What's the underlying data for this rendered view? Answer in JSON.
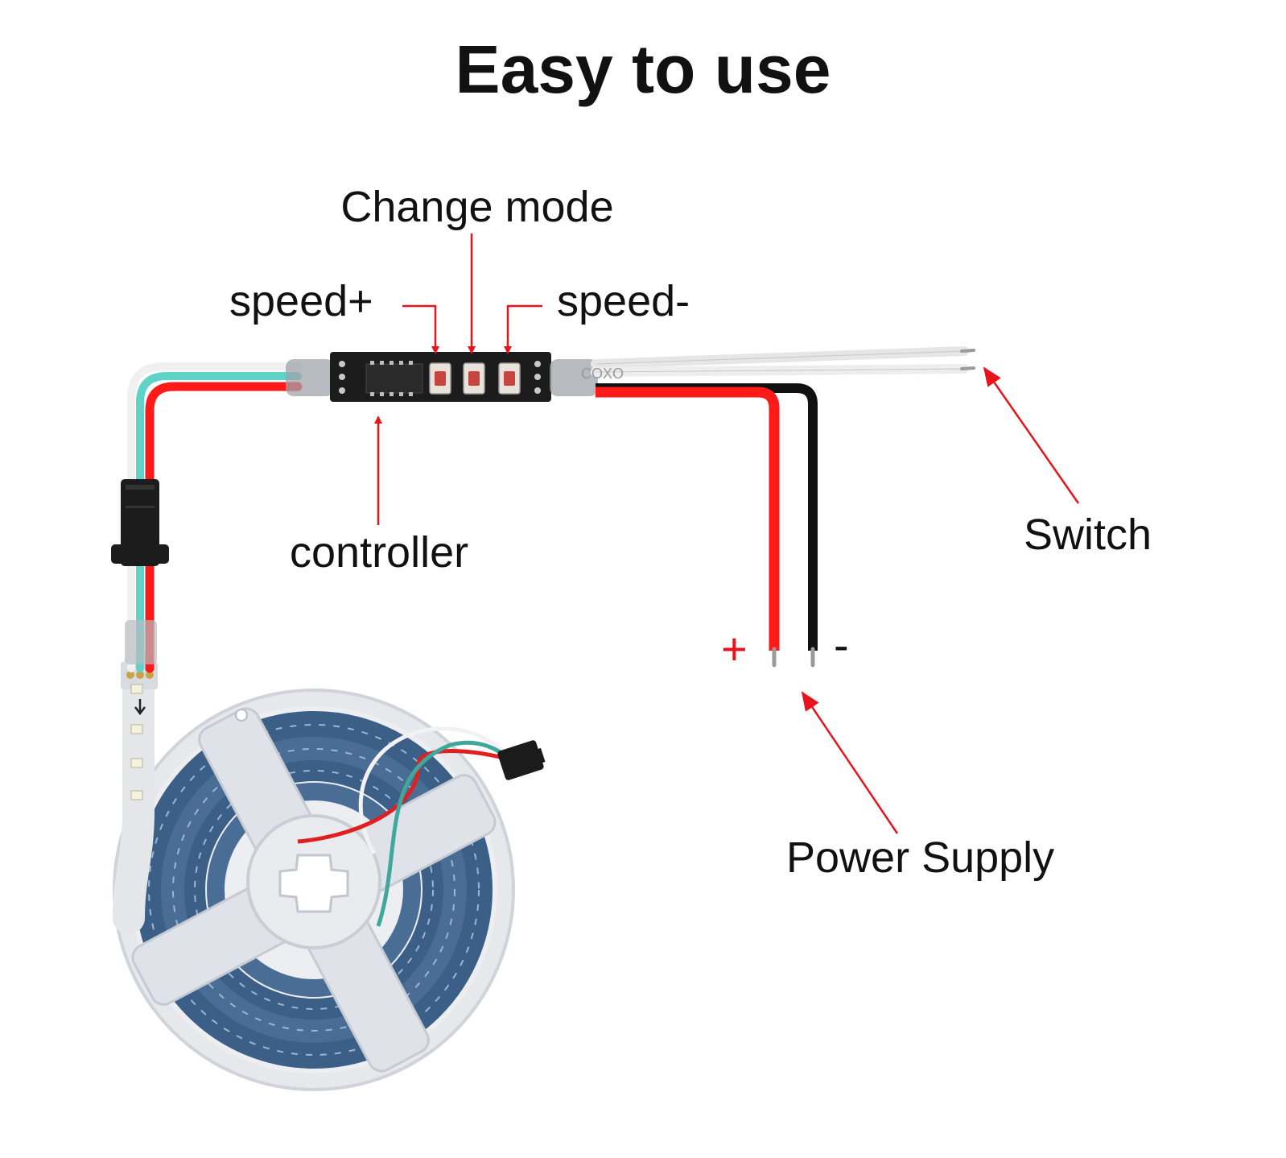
{
  "title": "Easy to use",
  "labels": {
    "change_mode": "Change mode",
    "speed_plus": "speed+",
    "speed_minus": "speed-",
    "controller": "controller",
    "switch": "Switch",
    "power_supply": "Power Supply",
    "plus_sign": "+",
    "minus_sign": "-"
  },
  "board_marking": "COXO",
  "colors": {
    "arrow": "#e8141c",
    "wire_red": "#ff1a1a",
    "wire_black": "#111111",
    "wire_white": "#eeeeee",
    "wire_teal": "#5fd3c8",
    "board": "#1c1c1c",
    "button": "#c8453f",
    "reel": "#dde0e6",
    "strip": "#3b5f86"
  }
}
